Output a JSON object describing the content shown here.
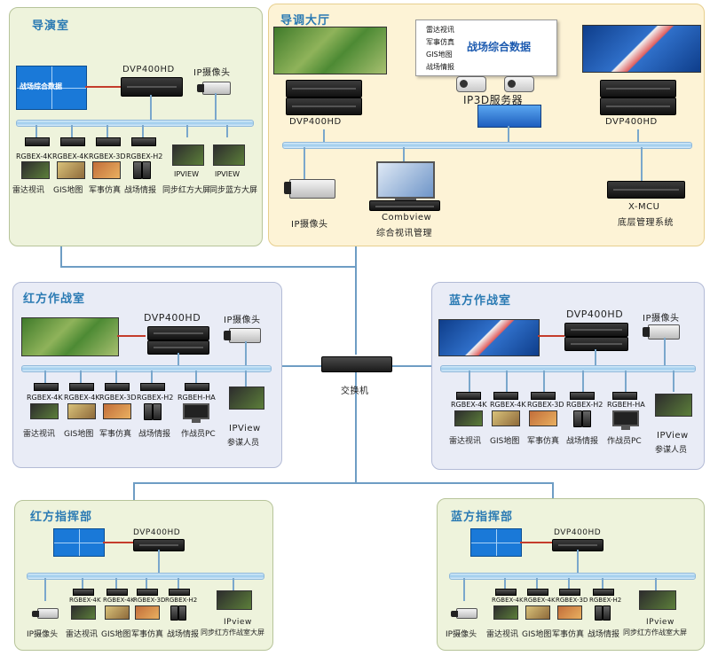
{
  "panels": {
    "director": {
      "title": "导演室"
    },
    "hall": {
      "title": "导调大厅"
    },
    "red_room": {
      "title": "红方作战室"
    },
    "blue_room": {
      "title": "蓝方作战室"
    },
    "red_cmd": {
      "title": "红方指挥部"
    },
    "blue_cmd": {
      "title": "蓝方指挥部"
    }
  },
  "director": {
    "wall_text": "战场综合数据",
    "dvp": "DVP400HD",
    "camera": "IP摄像头",
    "encoders": [
      "RGBEX-4K",
      "RGBEX-4K",
      "RGBEX-3D",
      "RGBEX-H2",
      "IPVIEW",
      "IPVIEW"
    ],
    "sources": [
      "雷达视讯",
      "GIS地图",
      "军事仿真",
      "战场情报",
      "同步红方大屏",
      "同步蓝方大屏"
    ]
  },
  "hall": {
    "dvp_left": "DVP400HD",
    "dvp_right": "DVP400HD",
    "screen_title": "战场综合数据",
    "screen_items": [
      "雷达视讯",
      "军事仿真",
      "GIS地图",
      "战场情报"
    ],
    "ip3d": "IP3D服务器",
    "camera": "IP摄像头",
    "combview_name": "Combview",
    "combview_desc": "综合视讯管理",
    "xmcu_name": "X-MCU",
    "xmcu_desc": "底层管理系统"
  },
  "switch": {
    "label": "交换机"
  },
  "red_room": {
    "dvp": "DVP400HD",
    "camera": "IP摄像头",
    "encoders": [
      "RGBEX-4K",
      "RGBEX-4K",
      "RGBEX-3D",
      "RGBEX-H2",
      "RGBEH-HA"
    ],
    "sources": [
      "雷达视讯",
      "GIS地图",
      "军事仿真",
      "战场情报",
      "作战员PC"
    ],
    "ipview_name": "IPView",
    "ipview_desc": "参谋人员"
  },
  "blue_room": {
    "dvp": "DVP400HD",
    "camera": "IP摄像头",
    "encoders": [
      "RGBEX-4K",
      "RGBEX-4K",
      "RGBEX-3D",
      "RGBEX-H2",
      "RGBEH-HA"
    ],
    "sources": [
      "雷达视讯",
      "GIS地图",
      "军事仿真",
      "战场情报",
      "作战员PC"
    ],
    "ipview_name": "IPView",
    "ipview_desc": "参谋人员"
  },
  "red_cmd": {
    "dvp": "DVP400HD",
    "encoders": [
      "RGBEX-4K",
      "RGBEX-4K",
      "RGBEX-3D",
      "RGBEX-H2"
    ],
    "sources": [
      "IP摄像头",
      "雷达视讯",
      "GIS地图",
      "军事仿真",
      "战场情报"
    ],
    "ipview_name": "IPview",
    "ipview_desc": "同步红方作战室大屏"
  },
  "blue_cmd": {
    "dvp": "DVP400HD",
    "encoders": [
      "RGBEX-4K",
      "RGBEX-4K",
      "RGBEX-3D",
      "RGBEX-H2"
    ],
    "sources": [
      "IP摄像头",
      "雷达视讯",
      "GIS地图",
      "军事仿真",
      "战场情报"
    ],
    "ipview_name": "IPview",
    "ipview_desc": "同步红方作战室大屏"
  }
}
